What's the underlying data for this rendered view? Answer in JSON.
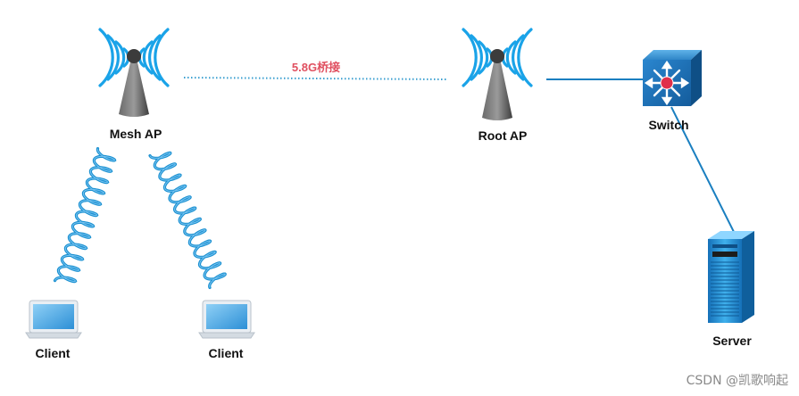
{
  "nodes": {
    "mesh_ap": {
      "label": "Mesh AP",
      "icon": "wireless-ap-icon"
    },
    "root_ap": {
      "label": "Root AP",
      "icon": "wireless-ap-icon"
    },
    "switch": {
      "label": "Switch",
      "icon": "network-switch-icon"
    },
    "server": {
      "label": "Server",
      "icon": "server-icon"
    },
    "client_1": {
      "label": "Client",
      "icon": "laptop-icon"
    },
    "client_2": {
      "label": "Client",
      "icon": "laptop-icon"
    }
  },
  "links": {
    "mesh_to_root": {
      "label": "5.8G桥接",
      "style": "dotted"
    },
    "root_to_switch": {
      "style": "solid"
    },
    "switch_to_server": {
      "style": "solid"
    },
    "mesh_to_client_1": {
      "style": "wireless-coil"
    },
    "mesh_to_client_2": {
      "style": "wireless-coil"
    }
  },
  "watermark": "CSDN @凯歌响起",
  "colors": {
    "wave": "#1aa3e8",
    "antenna": "#4a4a4a",
    "link": "#1a7fc0",
    "bridge": "#3a9fd0",
    "coil": "#1a90d0",
    "switch_body": "#1e6fb0",
    "switch_center": "#e0304a",
    "server": "#1d8fd6",
    "bridge_label": "#e05060"
  }
}
